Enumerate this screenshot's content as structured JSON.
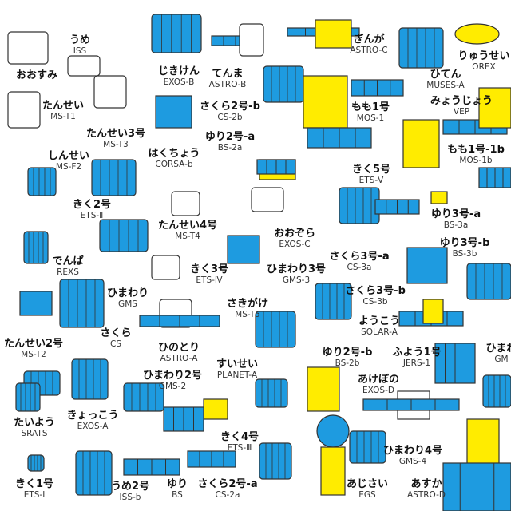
{
  "colors": {
    "panel_blue": "#1e9be0",
    "body_yellow": "#ffec00",
    "outline": "#333333",
    "background": "#ffffff"
  },
  "satellites": [
    {
      "jp": "おおすみ",
      "en": ""
    },
    {
      "jp": "うめ",
      "en": "ISS"
    },
    {
      "jp": "じきけん",
      "en": "EXOS-B"
    },
    {
      "jp": "てんま",
      "en": "ASTRO-B"
    },
    {
      "jp": "ぎんが",
      "en": "ASTRO-C"
    },
    {
      "jp": "りゅうせい",
      "en": "OREX"
    },
    {
      "jp": "ひてん",
      "en": "MUSES-A"
    },
    {
      "jp": "たんせい",
      "en": "MS-T1"
    },
    {
      "jp": "たんせい3号",
      "en": "MS-T3"
    },
    {
      "jp": "はくちょう",
      "en": "CORSA-b"
    },
    {
      "jp": "さくら2号-b",
      "en": "CS-2b"
    },
    {
      "jp": "もも1号",
      "en": "MOS-1"
    },
    {
      "jp": "みょうじょう",
      "en": "VEP"
    },
    {
      "jp": "ゆり2号-a",
      "en": "BS-2a"
    },
    {
      "jp": "もも1号-1b",
      "en": "MOS-1b"
    },
    {
      "jp": "しんせい",
      "en": "MS-F2"
    },
    {
      "jp": "きく5号",
      "en": "ETS-Ⅴ"
    },
    {
      "jp": "きく2号",
      "en": "ETS-Ⅱ"
    },
    {
      "jp": "たんせい4号",
      "en": "MS-T4"
    },
    {
      "jp": "ゆり3号-a",
      "en": "BS-3a"
    },
    {
      "jp": "おおぞら",
      "en": "EXOS-C"
    },
    {
      "jp": "ゆり3号-b",
      "en": "BS-3b"
    },
    {
      "jp": "でんぱ",
      "en": "REXS"
    },
    {
      "jp": "さくら3号-a",
      "en": "CS-3a"
    },
    {
      "jp": "きく3号",
      "en": "ETS-Ⅳ"
    },
    {
      "jp": "ひまわり3号",
      "en": "GMS-3"
    },
    {
      "jp": "ひまわり",
      "en": "GMS"
    },
    {
      "jp": "さくら3号-b",
      "en": "CS-3b"
    },
    {
      "jp": "さきがけ",
      "en": "MS-T5"
    },
    {
      "jp": "ようこう",
      "en": "SOLAR-A"
    },
    {
      "jp": "さくら",
      "en": "CS"
    },
    {
      "jp": "たんせい2号",
      "en": "MS-T2"
    },
    {
      "jp": "ひのとり",
      "en": "ASTRO-A"
    },
    {
      "jp": "ひまわ",
      "en": "GM"
    },
    {
      "jp": "すいせい",
      "en": "PLANET-A"
    },
    {
      "jp": "ゆり2号-b",
      "en": "BS-2b"
    },
    {
      "jp": "ふよう1号",
      "en": "JERS-1"
    },
    {
      "jp": "あけぼの",
      "en": "EXOS-D"
    },
    {
      "jp": "ひまわり2号",
      "en": "GMS-2"
    },
    {
      "jp": "きょっこう",
      "en": "EXOS-A"
    },
    {
      "jp": "たいよう",
      "en": "SRATS"
    },
    {
      "jp": "きく4号",
      "en": "ETS-Ⅲ"
    },
    {
      "jp": "ひまわり4号",
      "en": "GMS-4"
    },
    {
      "jp": "きく1号",
      "en": "ETS-Ⅰ"
    },
    {
      "jp": "うめ2号",
      "en": "ISS-b"
    },
    {
      "jp": "ゆり",
      "en": "BS"
    },
    {
      "jp": "さくら2号-a",
      "en": "CS-2a"
    },
    {
      "jp": "あじさい",
      "en": "EGS"
    },
    {
      "jp": "あすか",
      "en": "ASTRO-D"
    }
  ]
}
